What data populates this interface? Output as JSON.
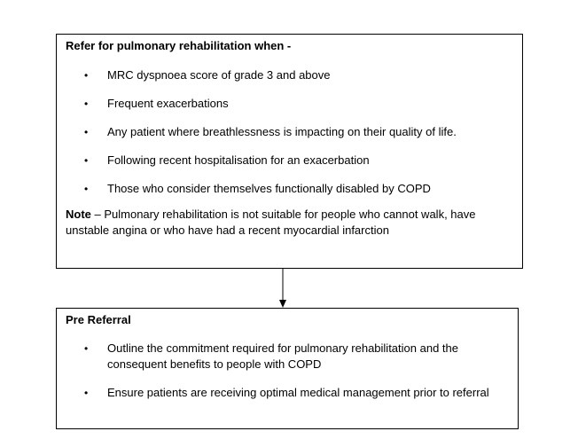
{
  "box1": {
    "title": "Refer for pulmonary rehabilitation when -",
    "items": [
      "MRC dyspnoea score of grade 3 and above",
      "Frequent exacerbations",
      "Any patient where breathlessness is impacting on their quality of life.",
      "Following recent hospitalisation for an exacerbation",
      "Those who consider themselves functionally disabled by COPD"
    ],
    "note_label": "Note",
    "note_text": " – Pulmonary rehabilitation is not suitable for people who cannot walk, have unstable angina or who have had a recent myocardial infarction"
  },
  "box2": {
    "title": "Pre Referral",
    "items": [
      "Outline the commitment required for pulmonary rehabilitation and the consequent benefits to people with COPD",
      "Ensure patients are receiving optimal medical management prior to referral"
    ]
  },
  "bullet_glyph": "•"
}
